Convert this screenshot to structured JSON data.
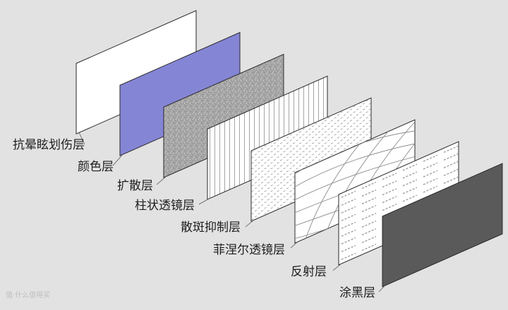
{
  "layers": [
    {
      "id": "anti-halation",
      "label": "抗晕眩划伤层",
      "fill": "#ffffff",
      "pattern": "plain"
    },
    {
      "id": "color",
      "label": "颜色层",
      "fill": "#8585d6",
      "pattern": "plain"
    },
    {
      "id": "diffusion",
      "label": "扩散层",
      "fill": "#a8a8a8",
      "pattern": "speckle"
    },
    {
      "id": "lenticular",
      "label": "柱状透镜层",
      "fill": "#ffffff",
      "pattern": "vertical-lines"
    },
    {
      "id": "speckle-suppression",
      "label": "散斑抑制层",
      "fill": "#ffffff",
      "pattern": "dashes"
    },
    {
      "id": "fresnel",
      "label": "菲涅尔透镜层",
      "fill": "#ffffff",
      "pattern": "curves"
    },
    {
      "id": "reflective",
      "label": "反射层",
      "fill": "#ffffff",
      "pattern": "horizontal-bars"
    },
    {
      "id": "black-coating",
      "label": "涂黑层",
      "fill": "#5a5a5a",
      "pattern": "plain"
    }
  ],
  "watermark": "值·什么值得买"
}
